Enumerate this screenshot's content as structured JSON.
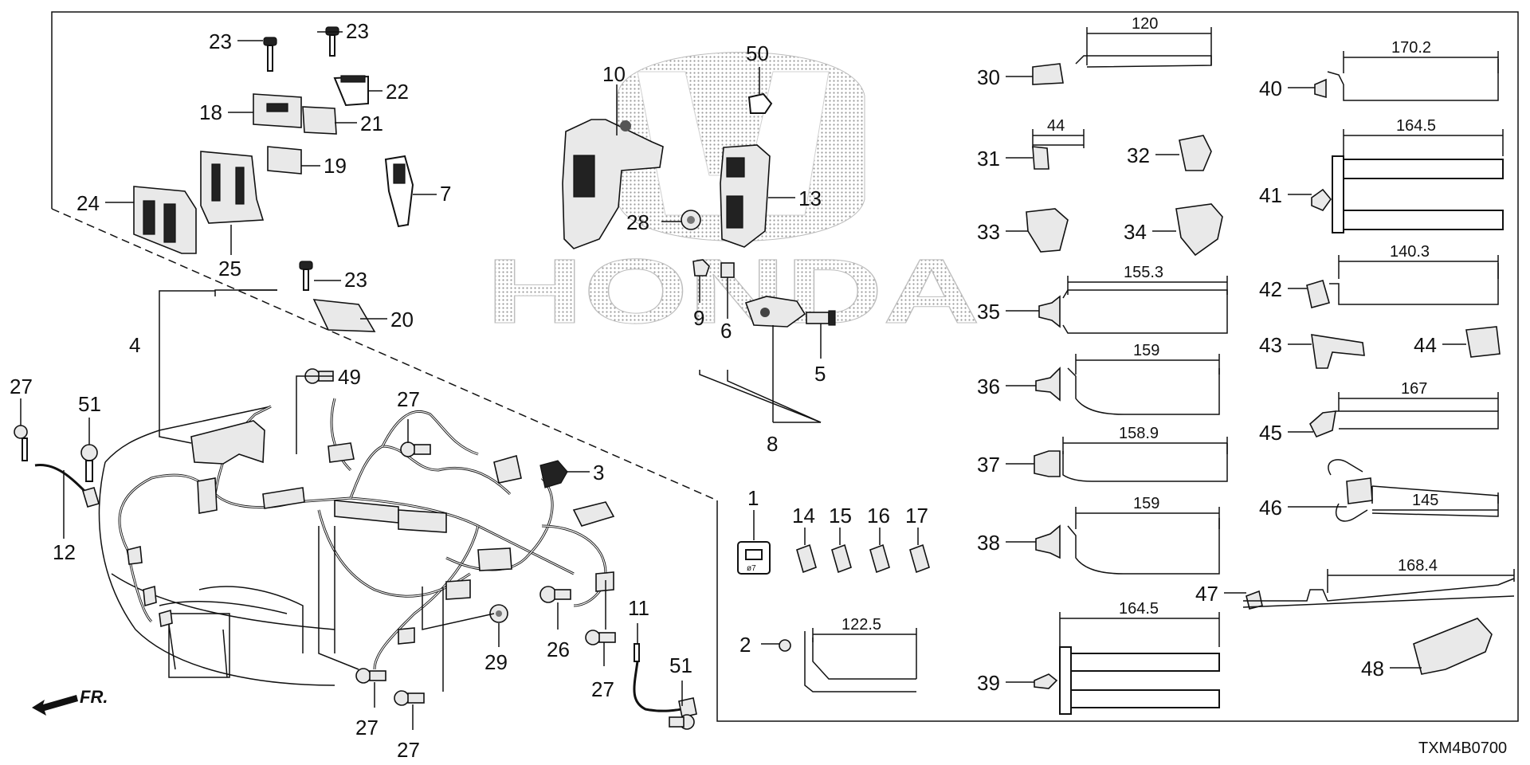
{
  "diagram": {
    "code": "TXM4B0700",
    "direction_label": "FR.",
    "watermark_text": "HONDA",
    "hole_label": "ø7",
    "callouts": {
      "n1": "1",
      "n2": "2",
      "n3": "3",
      "n4": "4",
      "n5": "5",
      "n6": "6",
      "n7": "7",
      "n8": "8",
      "n9": "9",
      "n10": "10",
      "n11": "11",
      "n12": "12",
      "n13": "13",
      "n14": "14",
      "n15": "15",
      "n16": "16",
      "n17": "17",
      "n18": "18",
      "n19": "19",
      "n20": "20",
      "n21": "21",
      "n22": "22",
      "n23": "23",
      "n24": "24",
      "n25": "25",
      "n26": "26",
      "n27": "27",
      "n28": "28",
      "n29": "29",
      "n30": "30",
      "n31": "31",
      "n32": "32",
      "n33": "33",
      "n34": "34",
      "n35": "35",
      "n36": "36",
      "n37": "37",
      "n38": "38",
      "n39": "39",
      "n40": "40",
      "n41": "41",
      "n42": "42",
      "n43": "43",
      "n44": "44",
      "n45": "45",
      "n46": "46",
      "n47": "47",
      "n48": "48",
      "n49": "49",
      "n50": "50",
      "n51": "51"
    },
    "dimensions": {
      "d2": "122.5",
      "d30": "120",
      "d31": "44",
      "d35": "155.3",
      "d36": "159",
      "d37": "158.9",
      "d38": "159",
      "d39": "164.5",
      "d40": "170.2",
      "d41": "164.5",
      "d42": "140.3",
      "d45": "167",
      "d46": "145",
      "d47": "168.4"
    }
  }
}
